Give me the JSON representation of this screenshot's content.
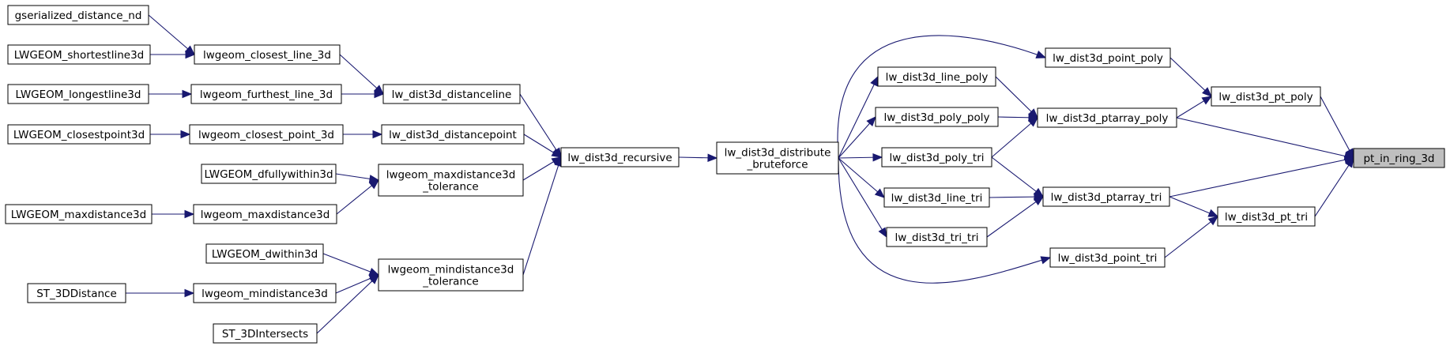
{
  "colors": {
    "edge": "#191970",
    "root_fill": "#bfbfbf",
    "node_fill": "#ffffff",
    "border": "#000000"
  },
  "nodes": [
    {
      "id": "pt_in_ring_3d",
      "lines": [
        "pt_in_ring_3d"
      ],
      "root": true
    },
    {
      "id": "lw_dist3d_point_poly",
      "lines": [
        "lw_dist3d_point_poly"
      ]
    },
    {
      "id": "lw_dist3d_pt_poly",
      "lines": [
        "lw_dist3d_pt_poly"
      ]
    },
    {
      "id": "lw_dist3d_ptarray_poly",
      "lines": [
        "lw_dist3d_ptarray_poly"
      ]
    },
    {
      "id": "lw_dist3d_ptarray_tri",
      "lines": [
        "lw_dist3d_ptarray_tri"
      ]
    },
    {
      "id": "lw_dist3d_pt_tri",
      "lines": [
        "lw_dist3d_pt_tri"
      ]
    },
    {
      "id": "lw_dist3d_point_tri",
      "lines": [
        "lw_dist3d_point_tri"
      ]
    },
    {
      "id": "lw_dist3d_line_poly",
      "lines": [
        "lw_dist3d_line_poly"
      ]
    },
    {
      "id": "lw_dist3d_poly_poly",
      "lines": [
        "lw_dist3d_poly_poly"
      ]
    },
    {
      "id": "lw_dist3d_poly_tri",
      "lines": [
        "lw_dist3d_poly_tri"
      ]
    },
    {
      "id": "lw_dist3d_line_tri",
      "lines": [
        "lw_dist3d_line_tri"
      ]
    },
    {
      "id": "lw_dist3d_tri_tri",
      "lines": [
        "lw_dist3d_tri_tri"
      ]
    },
    {
      "id": "lw_dist3d_distribute_bruteforce",
      "lines": [
        "lw_dist3d_distribute",
        "_bruteforce"
      ]
    },
    {
      "id": "lw_dist3d_recursive",
      "lines": [
        "lw_dist3d_recursive"
      ]
    },
    {
      "id": "lw_dist3d_distanceline",
      "lines": [
        "lw_dist3d_distanceline"
      ]
    },
    {
      "id": "lw_dist3d_distancepoint",
      "lines": [
        "lw_dist3d_distancepoint"
      ]
    },
    {
      "id": "lwgeom_maxdistance3d_tolerance",
      "lines": [
        "lwgeom_maxdistance3d",
        "_tolerance"
      ]
    },
    {
      "id": "lwgeom_mindistance3d_tolerance",
      "lines": [
        "lwgeom_mindistance3d",
        "_tolerance"
      ]
    },
    {
      "id": "lwgeom_closest_line_3d",
      "lines": [
        "lwgeom_closest_line_3d"
      ]
    },
    {
      "id": "lwgeom_furthest_line_3d",
      "lines": [
        "lwgeom_furthest_line_3d"
      ]
    },
    {
      "id": "lwgeom_closest_point_3d",
      "lines": [
        "lwgeom_closest_point_3d"
      ]
    },
    {
      "id": "LWGEOM_dfullywithin3d",
      "lines": [
        "LWGEOM_dfullywithin3d"
      ]
    },
    {
      "id": "lwgeom_maxdistance3d",
      "lines": [
        "lwgeom_maxdistance3d"
      ]
    },
    {
      "id": "LWGEOM_dwithin3d",
      "lines": [
        "LWGEOM_dwithin3d"
      ]
    },
    {
      "id": "lwgeom_mindistance3d",
      "lines": [
        "lwgeom_mindistance3d"
      ]
    },
    {
      "id": "ST_3DIntersects",
      "lines": [
        "ST_3DIntersects"
      ]
    },
    {
      "id": "gserialized_distance_nd",
      "lines": [
        "gserialized_distance_nd"
      ]
    },
    {
      "id": "LWGEOM_shortestline3d",
      "lines": [
        "LWGEOM_shortestline3d"
      ]
    },
    {
      "id": "LWGEOM_longestline3d",
      "lines": [
        "LWGEOM_longestline3d"
      ]
    },
    {
      "id": "LWGEOM_closestpoint3d",
      "lines": [
        "LWGEOM_closestpoint3d"
      ]
    },
    {
      "id": "LWGEOM_maxdistance3d",
      "lines": [
        "LWGEOM_maxdistance3d"
      ]
    },
    {
      "id": "ST_3DDistance",
      "lines": [
        "ST_3DDistance"
      ]
    }
  ],
  "edges": [
    {
      "from": "lw_dist3d_point_poly",
      "to": "lw_dist3d_pt_poly"
    },
    {
      "from": "lw_dist3d_ptarray_poly",
      "to": "lw_dist3d_pt_poly"
    },
    {
      "from": "lw_dist3d_pt_poly",
      "to": "pt_in_ring_3d"
    },
    {
      "from": "lw_dist3d_ptarray_poly",
      "to": "pt_in_ring_3d"
    },
    {
      "from": "lw_dist3d_ptarray_tri",
      "to": "pt_in_ring_3d"
    },
    {
      "from": "lw_dist3d_pt_tri",
      "to": "pt_in_ring_3d"
    },
    {
      "from": "lw_dist3d_ptarray_tri",
      "to": "lw_dist3d_pt_tri"
    },
    {
      "from": "lw_dist3d_point_tri",
      "to": "lw_dist3d_pt_tri"
    },
    {
      "from": "lw_dist3d_line_poly",
      "to": "lw_dist3d_ptarray_poly"
    },
    {
      "from": "lw_dist3d_poly_poly",
      "to": "lw_dist3d_ptarray_poly"
    },
    {
      "from": "lw_dist3d_poly_tri",
      "to": "lw_dist3d_ptarray_poly"
    },
    {
      "from": "lw_dist3d_poly_tri",
      "to": "lw_dist3d_ptarray_tri"
    },
    {
      "from": "lw_dist3d_line_tri",
      "to": "lw_dist3d_ptarray_tri"
    },
    {
      "from": "lw_dist3d_tri_tri",
      "to": "lw_dist3d_ptarray_tri"
    },
    {
      "from": "lw_dist3d_distribute_bruteforce",
      "to": "lw_dist3d_point_poly"
    },
    {
      "from": "lw_dist3d_distribute_bruteforce",
      "to": "lw_dist3d_line_poly"
    },
    {
      "from": "lw_dist3d_distribute_bruteforce",
      "to": "lw_dist3d_poly_poly"
    },
    {
      "from": "lw_dist3d_distribute_bruteforce",
      "to": "lw_dist3d_poly_tri"
    },
    {
      "from": "lw_dist3d_distribute_bruteforce",
      "to": "lw_dist3d_line_tri"
    },
    {
      "from": "lw_dist3d_distribute_bruteforce",
      "to": "lw_dist3d_tri_tri"
    },
    {
      "from": "lw_dist3d_distribute_bruteforce",
      "to": "lw_dist3d_point_tri"
    },
    {
      "from": "lw_dist3d_recursive",
      "to": "lw_dist3d_distribute_bruteforce"
    },
    {
      "from": "lw_dist3d_distanceline",
      "to": "lw_dist3d_recursive"
    },
    {
      "from": "lw_dist3d_distancepoint",
      "to": "lw_dist3d_recursive"
    },
    {
      "from": "lwgeom_maxdistance3d_tolerance",
      "to": "lw_dist3d_recursive"
    },
    {
      "from": "lwgeom_mindistance3d_tolerance",
      "to": "lw_dist3d_recursive"
    },
    {
      "from": "lwgeom_closest_line_3d",
      "to": "lw_dist3d_distanceline"
    },
    {
      "from": "lwgeom_furthest_line_3d",
      "to": "lw_dist3d_distanceline"
    },
    {
      "from": "lwgeom_closest_point_3d",
      "to": "lw_dist3d_distancepoint"
    },
    {
      "from": "LWGEOM_dfullywithin3d",
      "to": "lwgeom_maxdistance3d_tolerance"
    },
    {
      "from": "lwgeom_maxdistance3d",
      "to": "lwgeom_maxdistance3d_tolerance"
    },
    {
      "from": "LWGEOM_dwithin3d",
      "to": "lwgeom_mindistance3d_tolerance"
    },
    {
      "from": "lwgeom_mindistance3d",
      "to": "lwgeom_mindistance3d_tolerance"
    },
    {
      "from": "ST_3DIntersects",
      "to": "lwgeom_mindistance3d_tolerance"
    },
    {
      "from": "gserialized_distance_nd",
      "to": "lwgeom_closest_line_3d"
    },
    {
      "from": "LWGEOM_shortestline3d",
      "to": "lwgeom_closest_line_3d"
    },
    {
      "from": "LWGEOM_longestline3d",
      "to": "lwgeom_furthest_line_3d"
    },
    {
      "from": "LWGEOM_closestpoint3d",
      "to": "lwgeom_closest_point_3d"
    },
    {
      "from": "LWGEOM_maxdistance3d",
      "to": "lwgeom_maxdistance3d"
    },
    {
      "from": "ST_3DDistance",
      "to": "lwgeom_mindistance3d"
    }
  ]
}
